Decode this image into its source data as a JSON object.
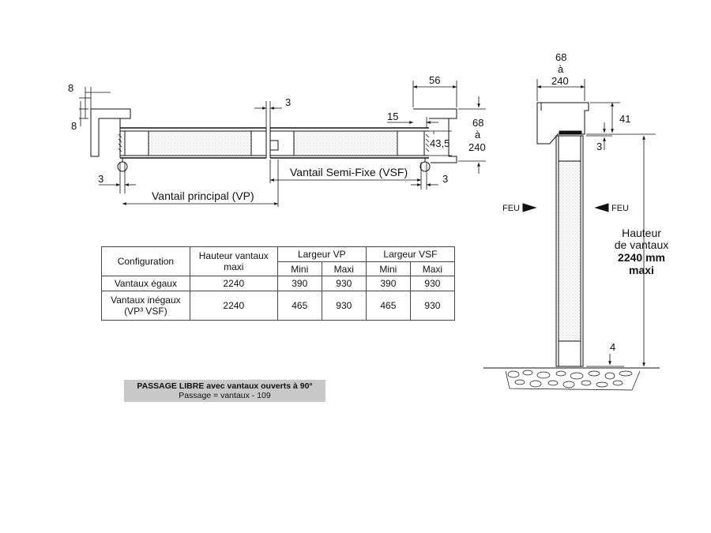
{
  "plan_view": {
    "dim_8_top": "8",
    "dim_8_side": "8",
    "dim_3_top": "3",
    "dim_56": "56",
    "dim_15": "15",
    "dim_68a240_line1": "68",
    "dim_68a240_line2": "à",
    "dim_68a240_line3": "240",
    "dim_43_5": "43,5",
    "dim_3_left": "3",
    "dim_3_right": "3",
    "label_vsf": "Vantail Semi-Fixe (VSF)",
    "label_vp": "Vantail principal (VP)"
  },
  "section_view": {
    "dim_top_line1": "68",
    "dim_top_line2": "à",
    "dim_top_line3": "240",
    "dim_41": "41",
    "dim_3": "3",
    "dim_4": "4",
    "feu_left": "FEU",
    "feu_right": "FEU",
    "height_line1": "Hauteur",
    "height_line2": "de vantaux",
    "height_line3": "2240 mm",
    "height_line4": "maxi"
  },
  "table": {
    "h_configuration": "Configuration",
    "h_hauteur": "Hauteur vantaux maxi",
    "h_largeur_vp": "Largeur VP",
    "h_largeur_vsf": "Largeur VSF",
    "sub_mini_vp": "Mini",
    "sub_maxi_vp": "Maxi",
    "sub_mini_vsf": "Mini",
    "sub_maxi_vsf": "Maxi",
    "rows": [
      {
        "config": "Vantaux égaux",
        "hauteur": "2240",
        "vp_mini": "390",
        "vp_maxi": "930",
        "vsf_mini": "390",
        "vsf_maxi": "930"
      },
      {
        "config_line1": "Vantaux inégaux",
        "config_line2": "(VP³ VSF)",
        "hauteur": "2240",
        "vp_mini": "465",
        "vp_maxi": "930",
        "vsf_mini": "465",
        "vsf_maxi": "930"
      }
    ]
  },
  "passage": {
    "title": "PASSAGE LIBRE avec vantaux ouverts à 90°",
    "formula": "Passage = vantaux - 109"
  }
}
